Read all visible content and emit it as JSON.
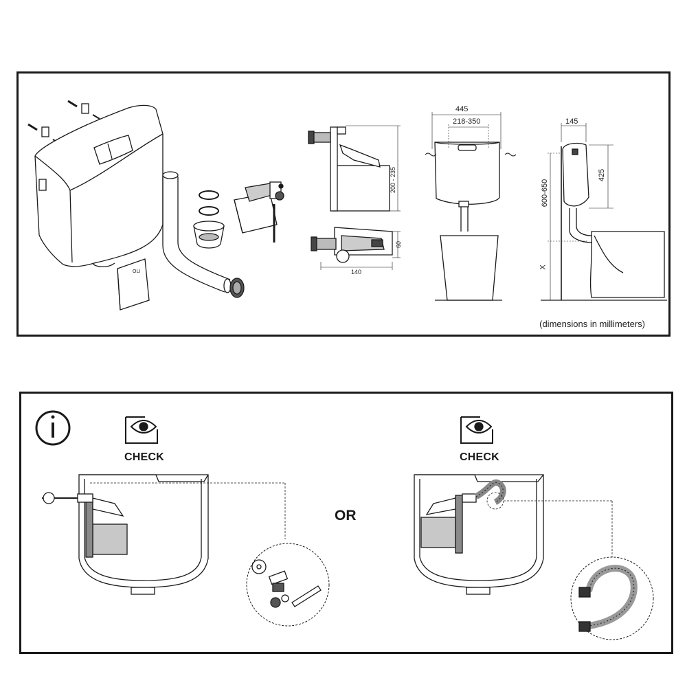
{
  "top_panel": {
    "kit_brand": "OLI",
    "dimensions": {
      "width": "445",
      "inlet_range": "218-350",
      "side_depth": "145",
      "tank_height": "425",
      "mount_height": "600-650",
      "floor_offset": "X",
      "valve_height": "200 - 235",
      "valve_depth": "60",
      "valve_length": "140"
    },
    "note": "(dimensions in millimeters)"
  },
  "bottom_panel": {
    "info_symbol": "i",
    "check_left": "CHECK",
    "check_right": "CHECK",
    "or_label": "OR"
  },
  "colors": {
    "stroke": "#1a1a1a",
    "fill_gray": "#c8c8c8",
    "dark_gray": "#8a8a8a"
  }
}
